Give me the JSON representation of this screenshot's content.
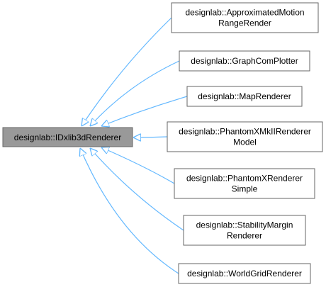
{
  "base_class": {
    "name": "designlab::IDxlib3dRenderer",
    "fill": "#999999"
  },
  "derived_classes": [
    {
      "lines": [
        "designlab::ApproximatedMotion",
        "RangeRender"
      ]
    },
    {
      "lines": [
        "designlab::GraphComPlotter"
      ]
    },
    {
      "lines": [
        "designlab::MapRenderer"
      ]
    },
    {
      "lines": [
        "designlab::PhantomXMkIIRenderer",
        "Model"
      ]
    },
    {
      "lines": [
        "designlab::PhantomXRenderer",
        "Simple"
      ]
    },
    {
      "lines": [
        "designlab::StabilityMargin",
        "Renderer"
      ]
    },
    {
      "lines": [
        "designlab::WorldGridRenderer"
      ]
    }
  ],
  "colors": {
    "edge": "#63b8ff",
    "border": "#666666",
    "base_fill": "#999999",
    "node_fill": "#ffffff"
  }
}
